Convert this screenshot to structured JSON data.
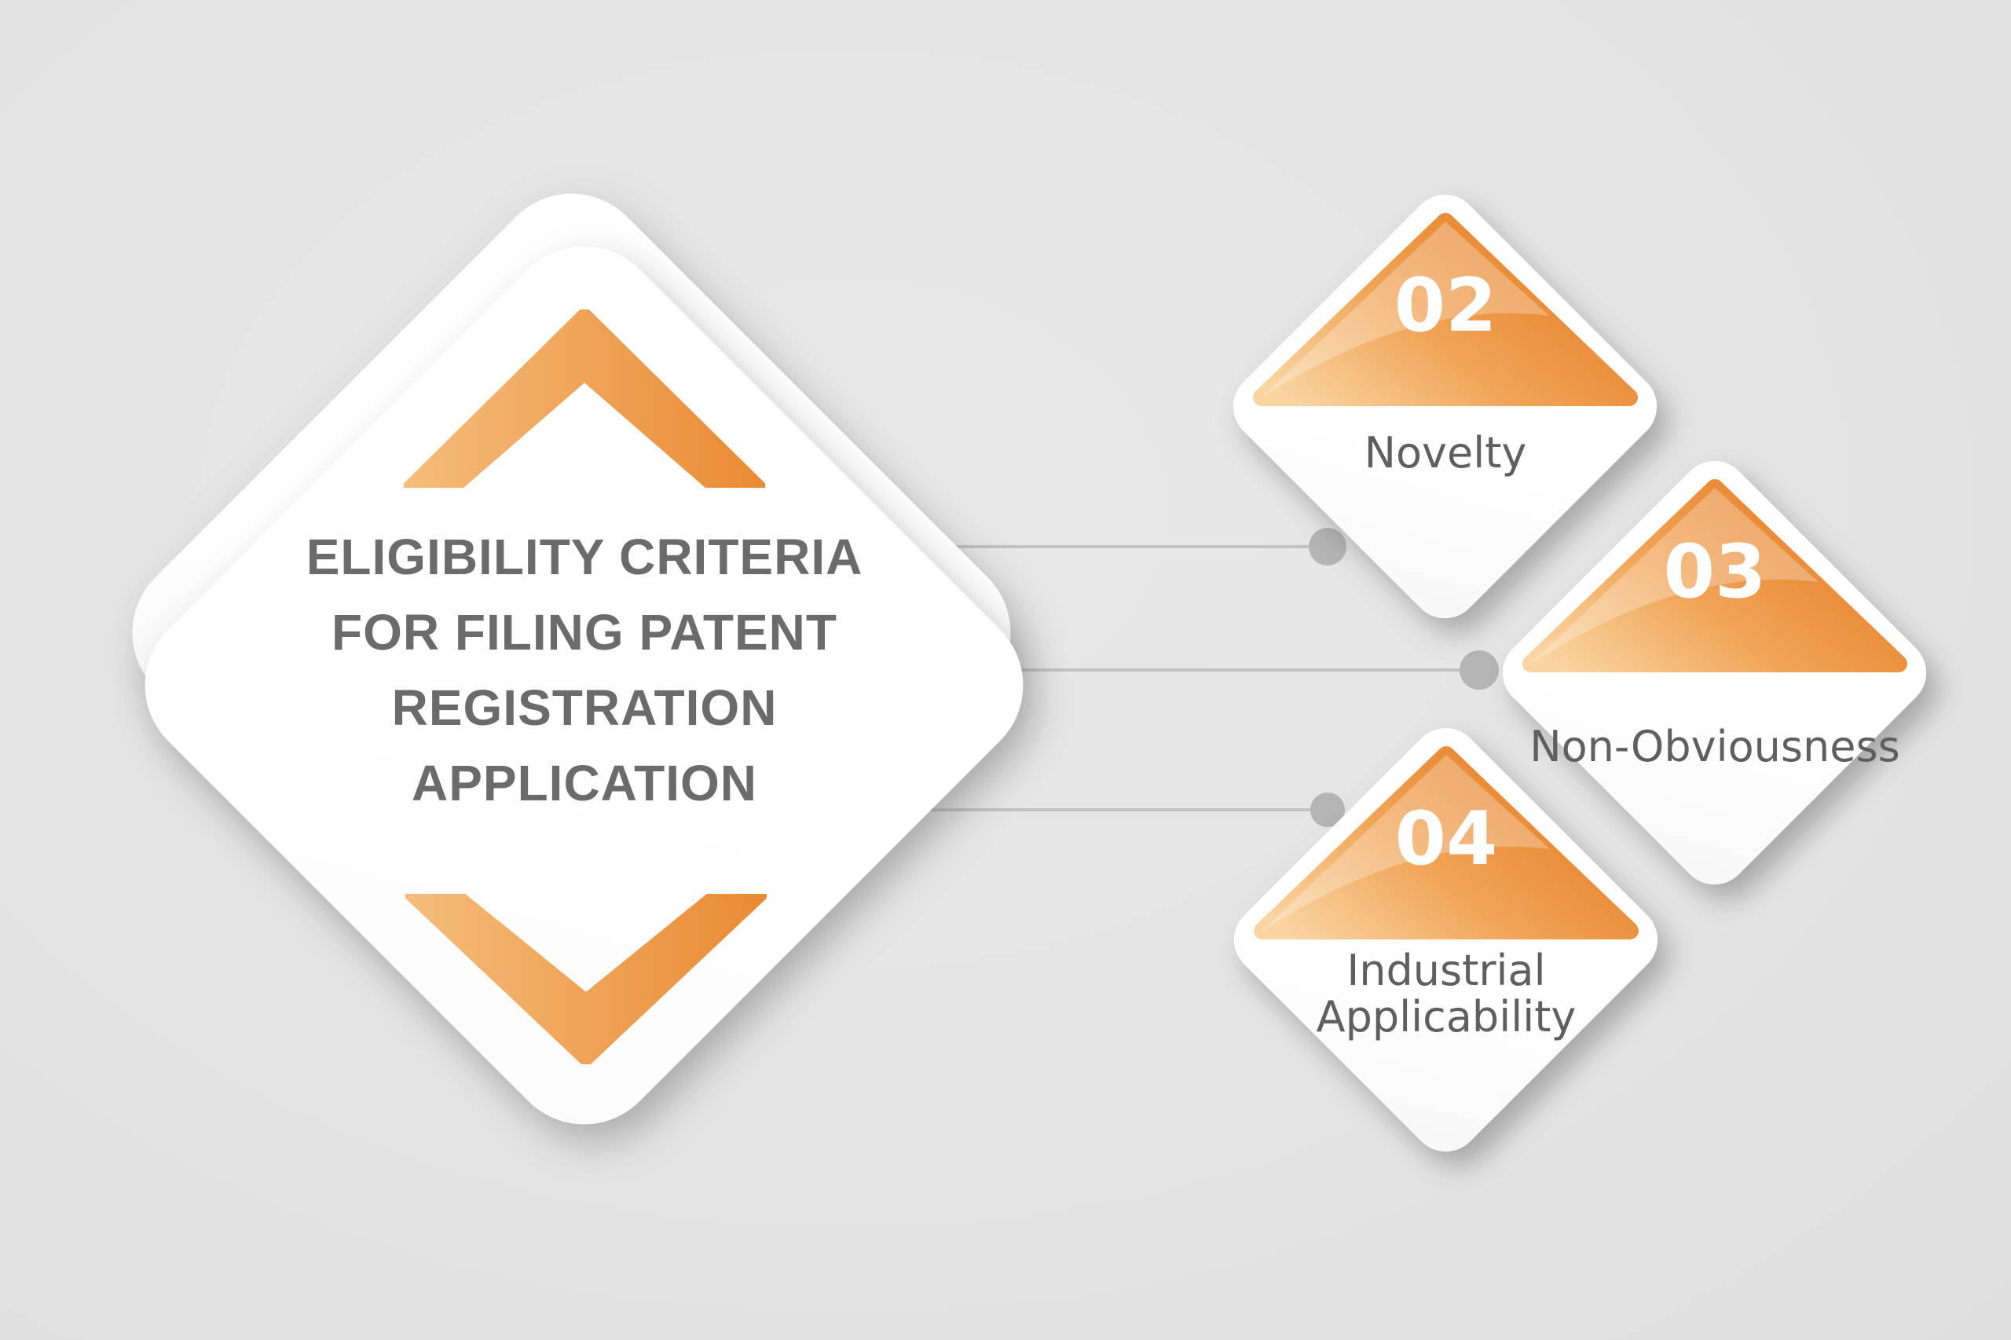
{
  "title": {
    "lines": [
      "ELIGIBILITY CRITERIA",
      "FOR FILING PATENT",
      "REGISTRATION",
      "APPLICATION"
    ]
  },
  "items": [
    {
      "number": "02",
      "label": "Novelty"
    },
    {
      "number": "03",
      "label": "Non-Obviousness"
    },
    {
      "number": "04",
      "label": "Industrial\nApplicability"
    }
  ],
  "colors": {
    "background": "#e4e4e4",
    "card": "#ffffff",
    "accent_light": "#f8d09b",
    "accent": "#f0a458",
    "accent_dark": "#e57c24",
    "title_text": "#6b6b6b",
    "label_text": "#5f5f5f",
    "number_text": "#ffffff",
    "connector_line": "#c2c2c2",
    "connector_dot": "#b5b5b5"
  }
}
